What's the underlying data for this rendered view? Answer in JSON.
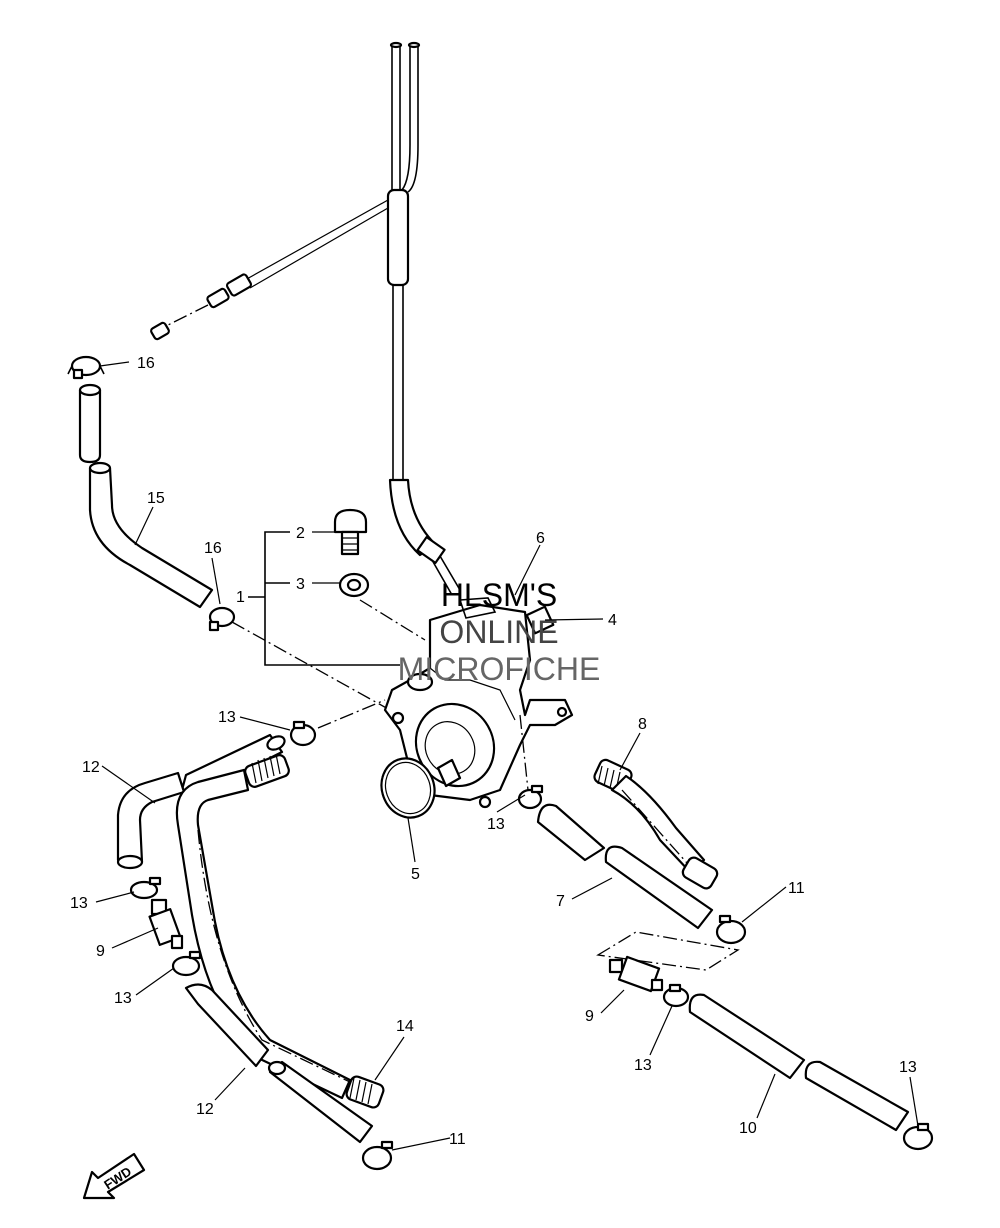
{
  "callouts": [
    {
      "label": "1"
    },
    {
      "label": "2"
    },
    {
      "label": "3"
    },
    {
      "label": "4"
    },
    {
      "label": "5"
    },
    {
      "label": "6"
    },
    {
      "label": "7"
    },
    {
      "label": "8"
    },
    {
      "label": "9"
    },
    {
      "label": "9"
    },
    {
      "label": "10"
    },
    {
      "label": "11"
    },
    {
      "label": "11"
    },
    {
      "label": "12"
    },
    {
      "label": "12"
    },
    {
      "label": "13"
    },
    {
      "label": "13"
    },
    {
      "label": "13"
    },
    {
      "label": "13"
    },
    {
      "label": "13"
    },
    {
      "label": "13"
    },
    {
      "label": "14"
    },
    {
      "label": "15"
    },
    {
      "label": "16"
    },
    {
      "label": "16"
    }
  ],
  "watermark": {
    "line1": "HLSM'S",
    "line2": "ONLINE",
    "line3": "MICROFICHE"
  },
  "fwd_label": "FWD"
}
